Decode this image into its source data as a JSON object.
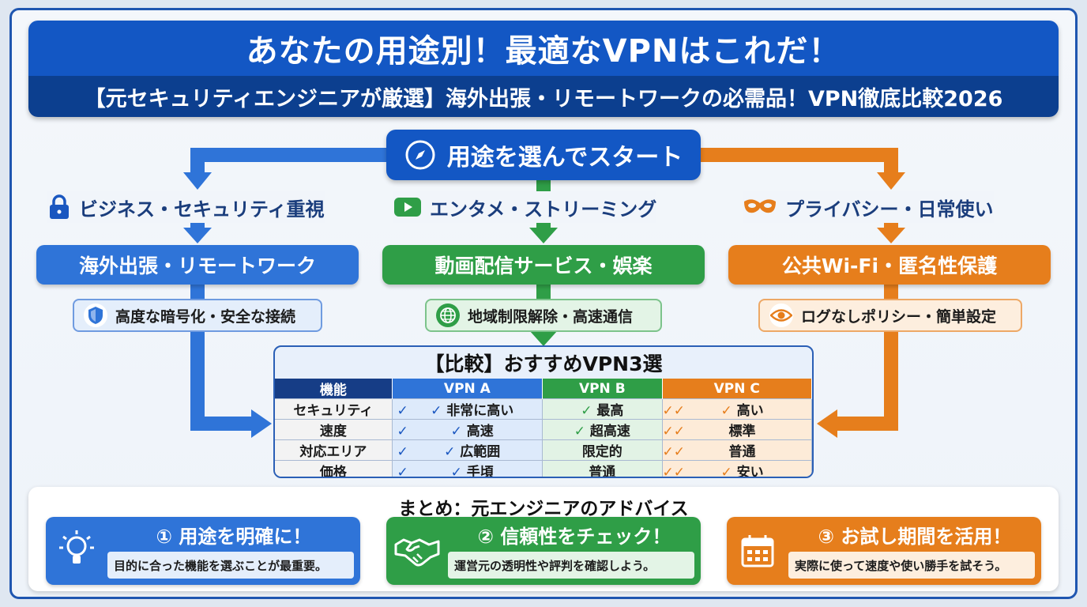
{
  "header": {
    "title": "あなたの用途別！最適なVPNはこれだ！",
    "subtitle": "【元セキュリティエンジニアが厳選】海外出張・リモートワークの必需品！VPN徹底比較2026"
  },
  "start": {
    "label": "用途を選んでスタート",
    "icon": "compass-icon"
  },
  "categories": [
    {
      "label": "ビジネス・セキュリティ重視",
      "icon": "lock-icon",
      "pill": "海外出張・リモートワーク",
      "feature": "高度な暗号化・安全な接続",
      "feature_icon": "shield-icon",
      "color": "#2f74d8",
      "light": "#e4eefb"
    },
    {
      "label": "エンタメ・ストリーミング",
      "icon": "play-icon",
      "pill": "動画配信サービス・娯楽",
      "feature": "地域制限解除・高速通信",
      "feature_icon": "globe-icon",
      "color": "#2f9e47",
      "light": "#e3f4e6"
    },
    {
      "label": "プライバシー・日常使い",
      "icon": "mask-icon",
      "pill": "公共Wi-Fi・匿名性保護",
      "feature": "ログなしポリシー・簡単設定",
      "feature_icon": "eye-icon",
      "color": "#e67e1c",
      "light": "#fdeede"
    }
  ],
  "comparison": {
    "title": "【比較】おすすめVPN3選",
    "columns": [
      "機能",
      "VPN A",
      "VPN B",
      "VPN C"
    ],
    "rows": [
      {
        "feature": "セキュリティ",
        "a": "非常に高い",
        "b": "最高",
        "c": "高い"
      },
      {
        "feature": "速度",
        "a": "高速",
        "b": "超高速",
        "c": "標準"
      },
      {
        "feature": "対応エリア",
        "a": "広範囲",
        "b": "限定的",
        "c": "普通"
      },
      {
        "feature": "価格",
        "a": "手頃",
        "b": "普通",
        "c": "安い"
      }
    ]
  },
  "summary": {
    "title": "まとめ：元エンジニアのアドバイス",
    "tips": [
      {
        "head": "① 用途を明確に！",
        "text": "目的に合った機能を選ぶことが最重要。",
        "icon": "lightbulb-icon"
      },
      {
        "head": "② 信頼性をチェック！",
        "text": "運営元の透明性や評判を確認しよう。",
        "icon": "handshake-icon"
      },
      {
        "head": "③ お試し期間を活用！",
        "text": "実際に使って速度や使い勝手を試そう。",
        "icon": "calendar-icon"
      }
    ]
  }
}
